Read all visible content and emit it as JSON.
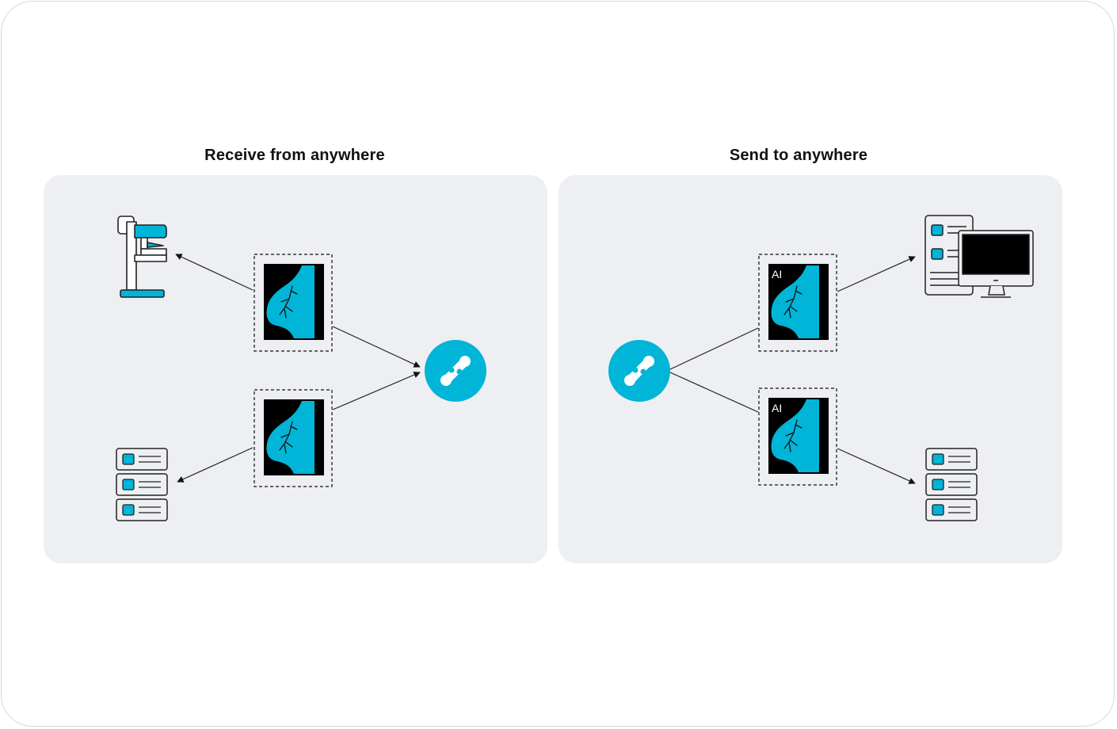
{
  "receive_panel": {
    "title": "Receive from anywhere"
  },
  "send_panel": {
    "title": "Send to anywhere"
  },
  "ai_badge": "AI",
  "colors": {
    "accent": "#00b5d8",
    "panel_bg": "#eeeff2",
    "ink": "#111111",
    "image_bg": "#000000"
  },
  "icons": [
    "mammography-machine-icon",
    "server-rack-icon",
    "hub-link-icon",
    "mammogram-image-icon",
    "workstation-monitor-icon"
  ]
}
